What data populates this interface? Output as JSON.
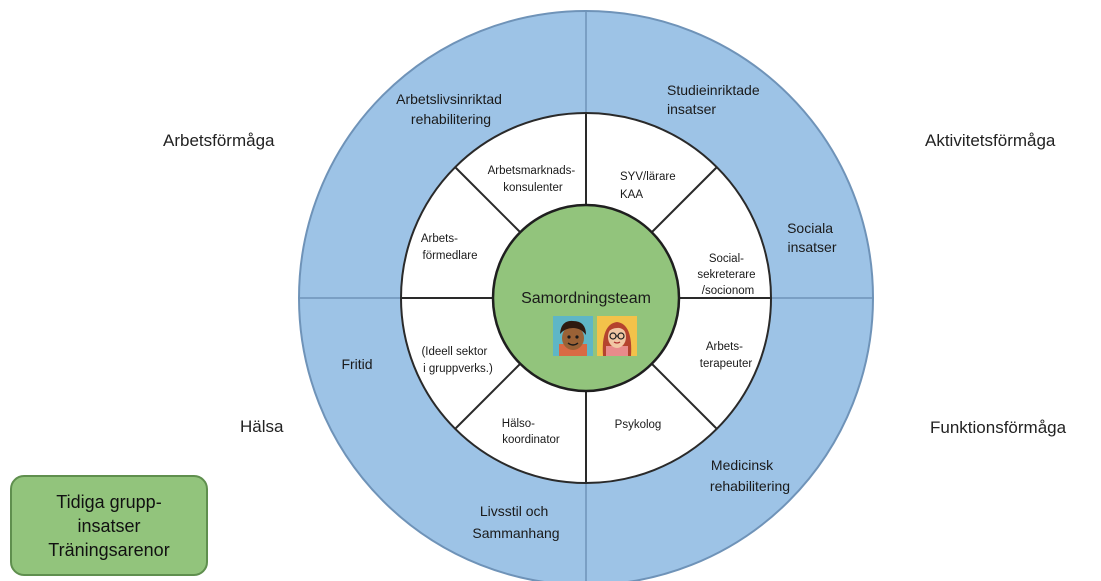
{
  "corners": {
    "top_left": "Arbetsförmåga",
    "top_right": "Aktivitetsförmåga",
    "bottom_left": "Hälsa",
    "bottom_right": "Funktionsförmåga"
  },
  "outer_ring": {
    "top_left": [
      "Arbetslivsinriktad",
      "rehabilitering"
    ],
    "top_right": [
      "Studieinriktade",
      "insatser"
    ],
    "right_upper": [
      "Sociala",
      "insatser"
    ],
    "left_lower": [
      "Fritid"
    ],
    "bottom_left": [
      "Livsstil och",
      "Sammanhang"
    ],
    "bottom_right": [
      "Medicinsk",
      "rehabilitering"
    ]
  },
  "inner_ring": {
    "arbetsmarknad": [
      "Arbetsmarknads-",
      "konsulenter"
    ],
    "syv": [
      "SYV/lärare",
      "KAA"
    ],
    "social": [
      "Social-",
      "sekreterare",
      "/socionom"
    ],
    "arbetsterapeuter": [
      "Arbets-",
      "terapeuter"
    ],
    "psykolog": [
      "Psykolog"
    ],
    "halso": [
      "Hälso-",
      "koordinator"
    ],
    "ideell": [
      "(Ideell sektor",
      "i gruppverks.)"
    ],
    "arbetsformedlare": [
      "Arbets-",
      "förmedlare"
    ]
  },
  "center": {
    "title": "Samordningsteam"
  },
  "green_box": {
    "lines": [
      "Tidiga grupp-",
      "insatser",
      "Träningsarenor"
    ]
  },
  "colors": {
    "outer_fill": "#9dc3e6",
    "outer_stroke": "#6f93b8",
    "inner_fill": "#ffffff",
    "center_fill": "#92c47c",
    "center_stroke": "#1f1f1f",
    "green_box_fill": "#92c47c"
  }
}
